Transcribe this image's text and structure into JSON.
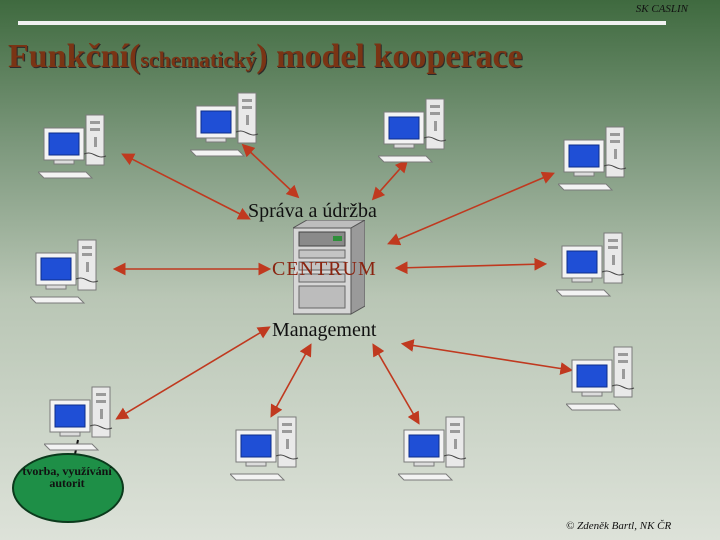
{
  "header": {
    "tag": "SK CASLIN"
  },
  "title": {
    "part1": "Funkční(",
    "part2": "schematický",
    "part3": ") model kooperace"
  },
  "center": {
    "top_label": "Správa a údržba",
    "center_label": "CENTRUM",
    "bottom_label": "Management"
  },
  "node_label": "tvorba, využívání autorit",
  "footer": "© Zdeněk Bartl, NK ČR",
  "colors": {
    "arrow": "#c0391f",
    "title": "#7a3414",
    "oval": "#1e8f47",
    "screen": "#1f4fd6"
  }
}
